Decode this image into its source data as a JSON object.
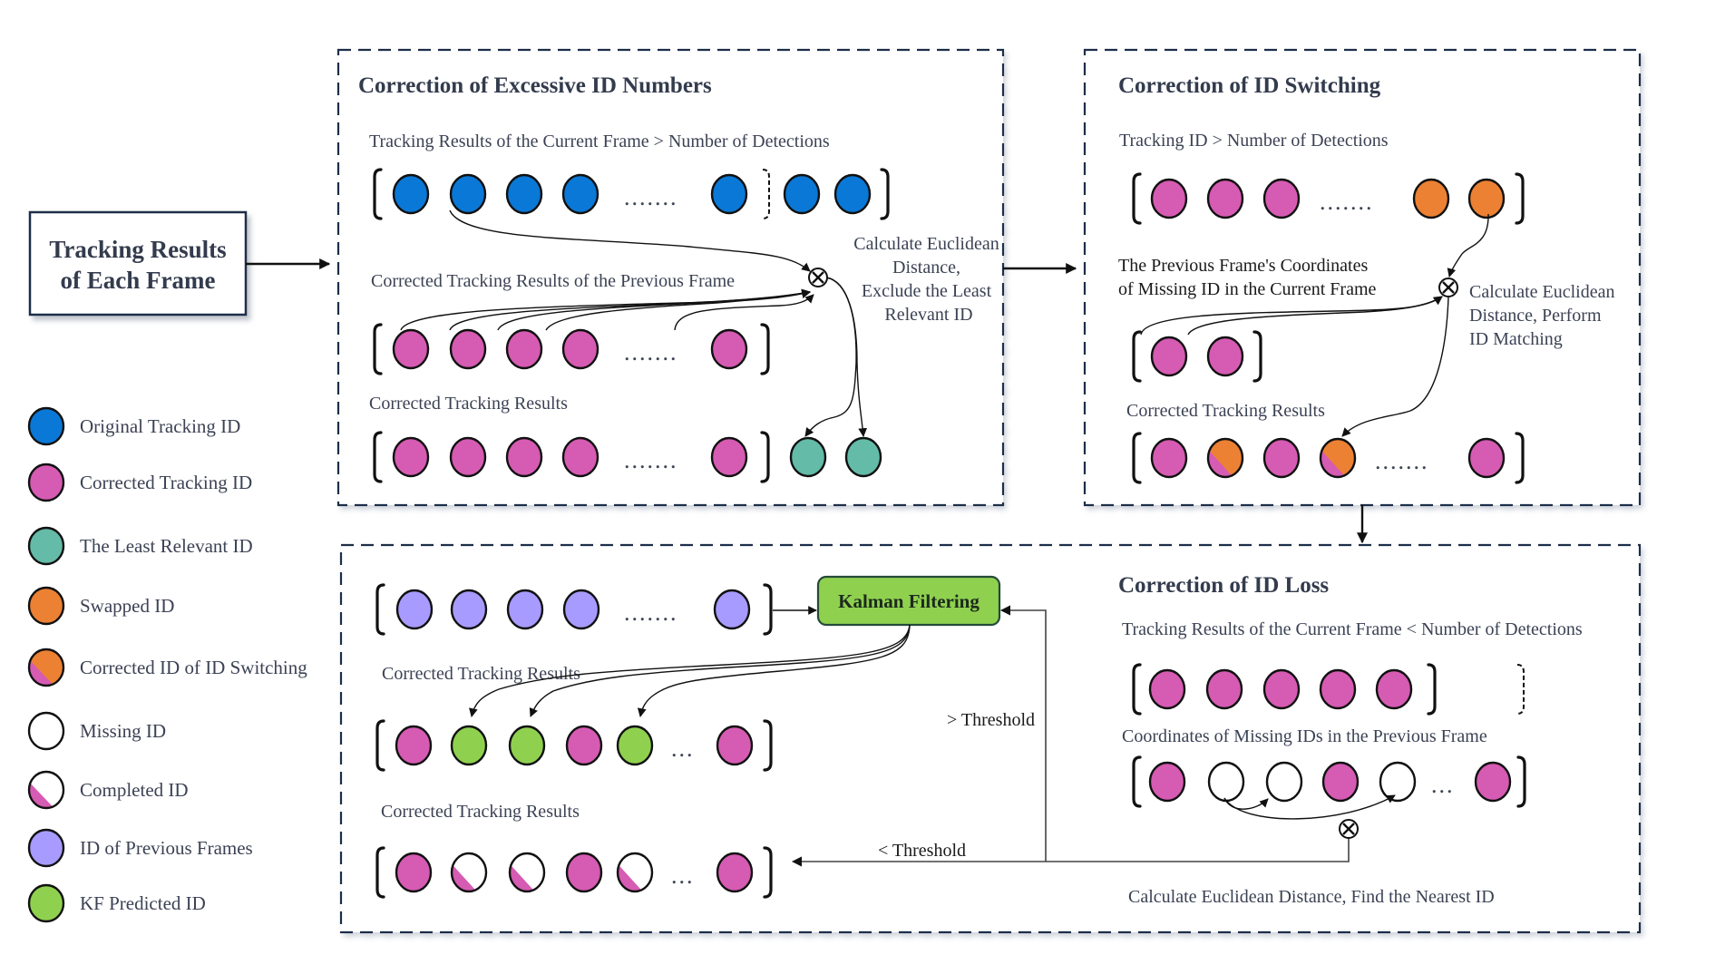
{
  "colors": {
    "original": "#0a78d6",
    "corrected": "#d65bb3",
    "least_relevant": "#63bba8",
    "swapped": "#ec8133",
    "missing": "#ffffff",
    "previous": "#a79bff",
    "kf_predicted": "#8fd14f",
    "panel_border": "#1f2d4a"
  },
  "main_box": {
    "line1": "Tracking Results",
    "line2": "of Each Frame"
  },
  "legend": [
    {
      "type": "original",
      "label": "Original Tracking ID"
    },
    {
      "type": "corrected",
      "label": "Corrected Tracking ID"
    },
    {
      "type": "least_relevant",
      "label": "The Least Relevant ID"
    },
    {
      "type": "swapped",
      "label": "Swapped ID"
    },
    {
      "type": "switch_corrected",
      "label": "Corrected ID of ID Switching"
    },
    {
      "type": "missing",
      "label": "Missing ID"
    },
    {
      "type": "completed",
      "label": "Completed ID"
    },
    {
      "type": "previous",
      "label": "ID of Previous Frames"
    },
    {
      "type": "kf_predicted",
      "label": "KF Predicted ID"
    }
  ],
  "panel_excessive": {
    "title": "Correction of Excessive ID Numbers",
    "row1_label": "Tracking Results of the Current Frame  >  Number of Detections",
    "row2_label": "Corrected Tracking Results of the Previous Frame",
    "row3_label": "Corrected Tracking Results",
    "side_note": [
      "Calculate Euclidean",
      "Distance,",
      "Exclude the Least",
      "Relevant ID"
    ],
    "row1": [
      "original",
      "original",
      "original",
      "original",
      "...",
      "original",
      "|",
      "original",
      "original"
    ],
    "row2": [
      "corrected",
      "corrected",
      "corrected",
      "corrected",
      "...",
      "corrected"
    ],
    "row3": [
      "corrected",
      "corrected",
      "corrected",
      "corrected",
      "...",
      "corrected",
      "]",
      "least_relevant",
      "least_relevant"
    ],
    "dots": "......."
  },
  "panel_switching": {
    "title": "Correction of ID Switching",
    "row1_label": "Tracking ID >  Number of Detections",
    "row2_label": [
      "The Previous Frame's Coordinates",
      "of Missing ID in the Current Frame"
    ],
    "row3_label": "Corrected Tracking Results",
    "side_note": [
      "Calculate Euclidean",
      "Distance, Perform",
      "ID Matching"
    ],
    "row1": [
      "corrected",
      "corrected",
      "corrected",
      "...",
      "swapped",
      "swapped"
    ],
    "row2": [
      "corrected",
      "corrected"
    ],
    "row3": [
      "corrected",
      "switch_corrected",
      "corrected",
      "switch_corrected",
      "...",
      "corrected"
    ],
    "dots": "......."
  },
  "panel_loss": {
    "title": "Correction of ID Loss",
    "row1_label": "Tracking Results of the Current Frame  <  Number of Detections",
    "row2_label": "Coordinates of Missing IDs in the Previous Frame",
    "bottom_note": "Calculate Euclidean Distance, Find the Nearest ID",
    "row1": [
      "corrected",
      "corrected",
      "corrected",
      "corrected",
      "corrected"
    ],
    "row2": [
      "corrected",
      "missing",
      "missing",
      "corrected",
      "missing",
      "...",
      "corrected"
    ],
    "dots": "..."
  },
  "panel_kalman": {
    "kf_label": "Kalman Filtering",
    "row1": [
      "previous",
      "previous",
      "previous",
      "previous",
      "...",
      "previous"
    ],
    "row2_label": "Corrected Tracking Results",
    "row2": [
      "corrected",
      "kf_predicted",
      "kf_predicted",
      "corrected",
      "kf_predicted",
      "...",
      "corrected"
    ],
    "row3_label": "Corrected Tracking Results",
    "row3": [
      "corrected",
      "completed",
      "completed",
      "corrected",
      "completed",
      "...",
      "corrected"
    ],
    "gt_threshold": "> Threshold",
    "lt_threshold": "< Threshold",
    "dots_long": ".......",
    "dots_short": "..."
  }
}
